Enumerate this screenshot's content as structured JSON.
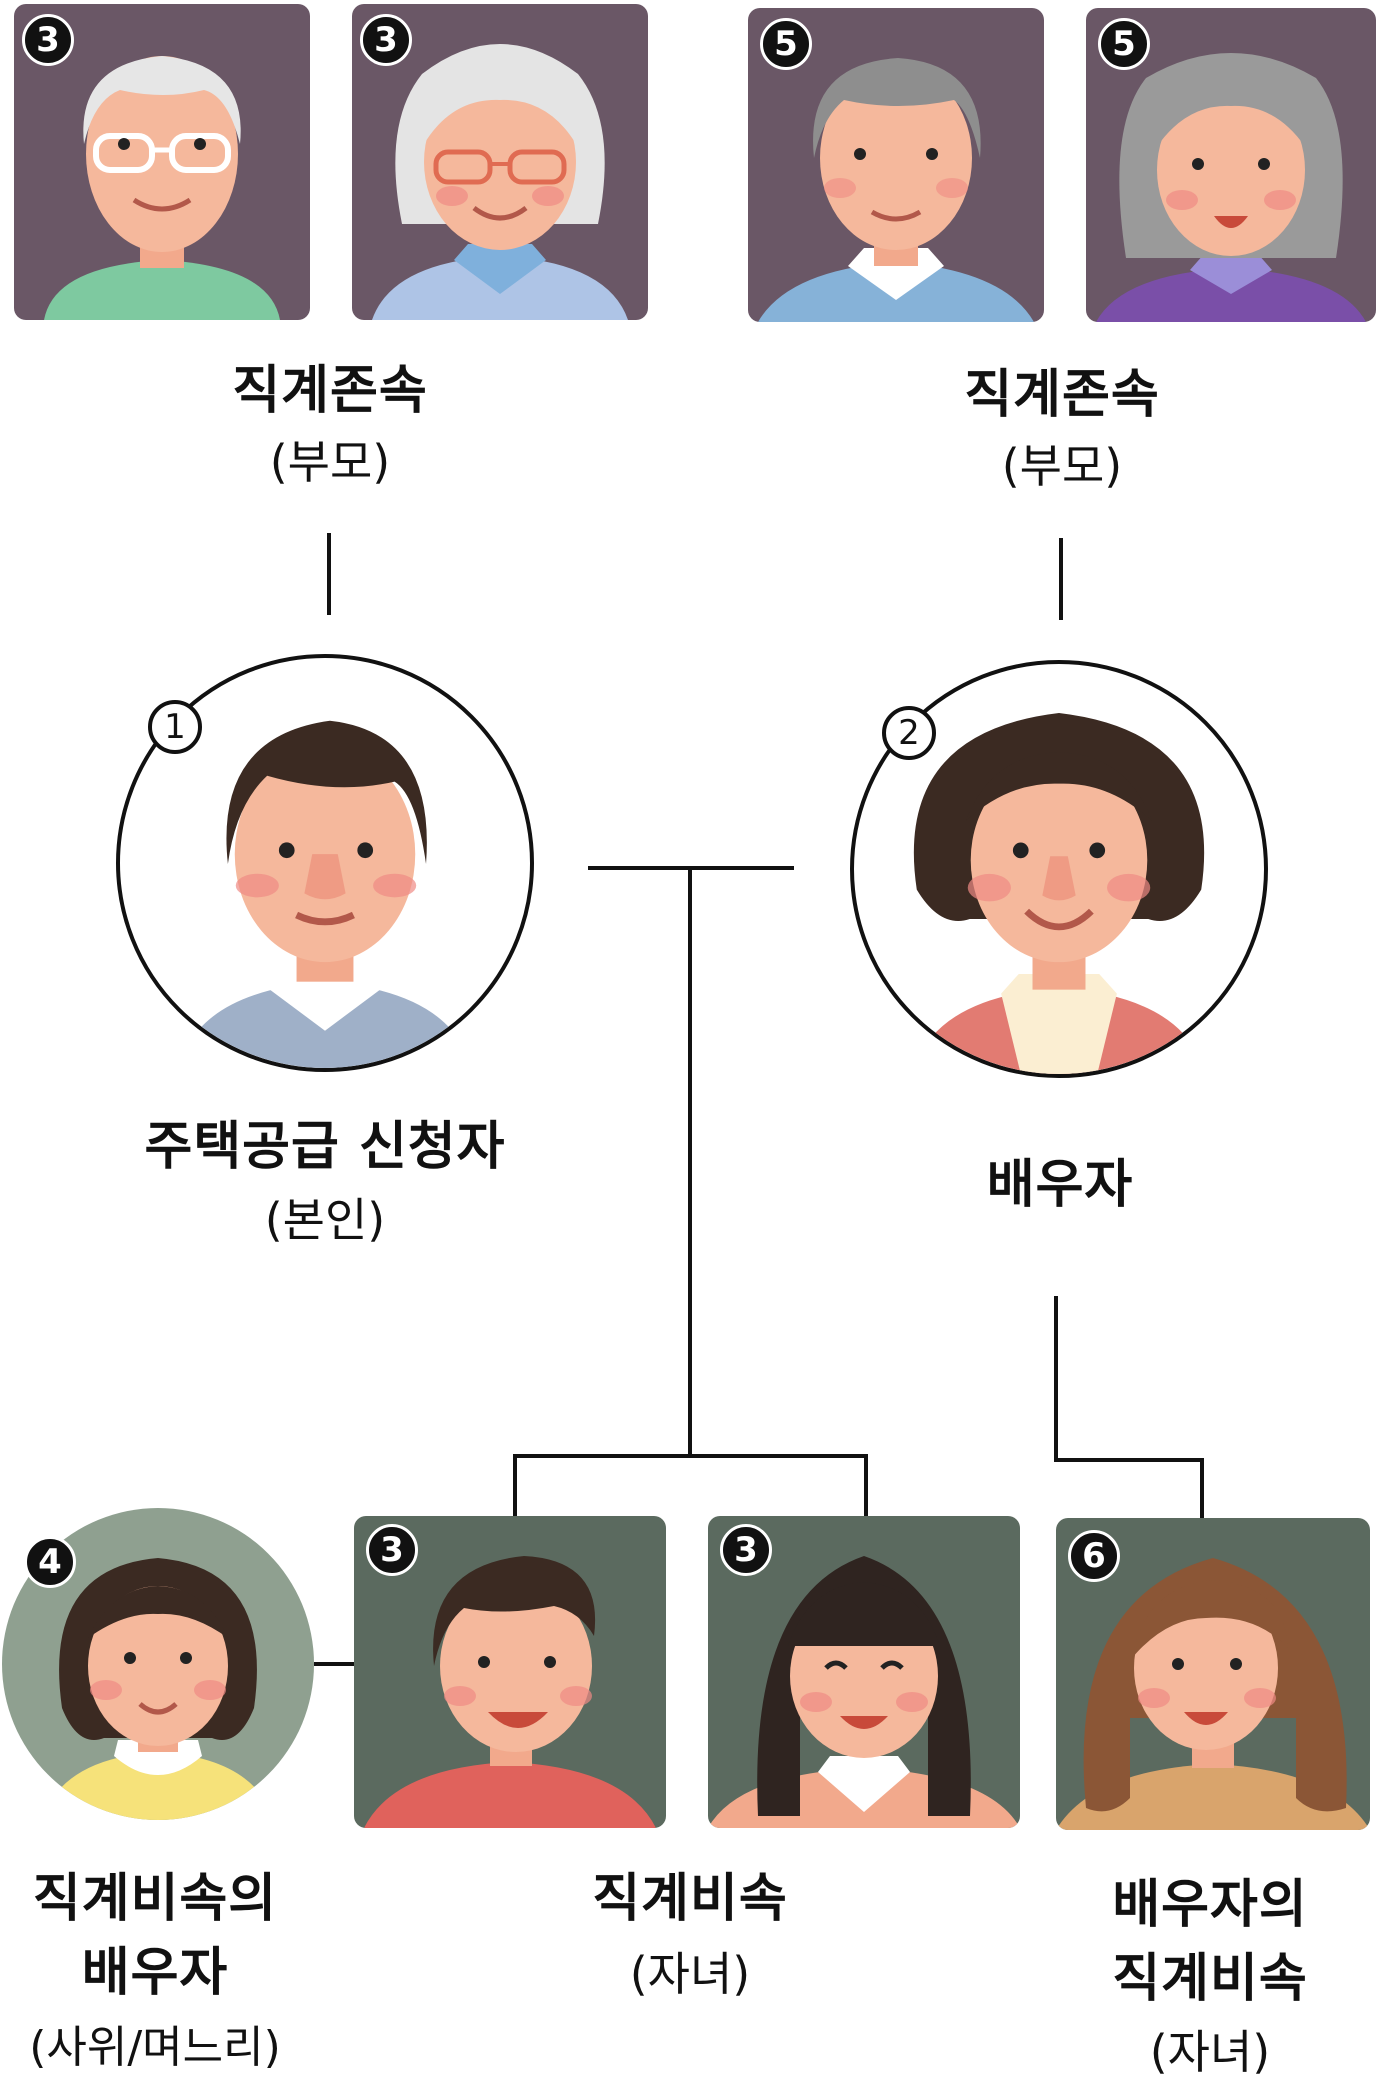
{
  "badges": {
    "self": "1",
    "spouse": "2",
    "self_father": "3",
    "self_mother": "3",
    "child_son": "3",
    "child_daughter": "3",
    "child_spouse": "4",
    "spouse_father": "5",
    "spouse_mother": "5",
    "spouse_child": "6"
  },
  "labels": {
    "self_parents_title": "직계존속",
    "self_parents_sub": "(부모)",
    "spouse_parents_title": "직계존속",
    "spouse_parents_sub": "(부모)",
    "self_title": "주택공급 신청자",
    "self_sub": "(본인)",
    "spouse_title": "배우자",
    "child_spouse_title_1": "직계비속의",
    "child_spouse_title_2": "배우자",
    "child_spouse_sub": "(사위/며느리)",
    "children_title": "직계비속",
    "children_sub": "(자녀)",
    "spouse_child_title_1": "배우자의",
    "spouse_child_title_2": "직계비속",
    "spouse_child_sub": "(자녀)"
  },
  "colors": {
    "card_plum": "#6a5766",
    "card_green": "#5b6a5f",
    "circle_sage": "#8fa090",
    "skin": "#f5b89c",
    "line": "#111111"
  }
}
